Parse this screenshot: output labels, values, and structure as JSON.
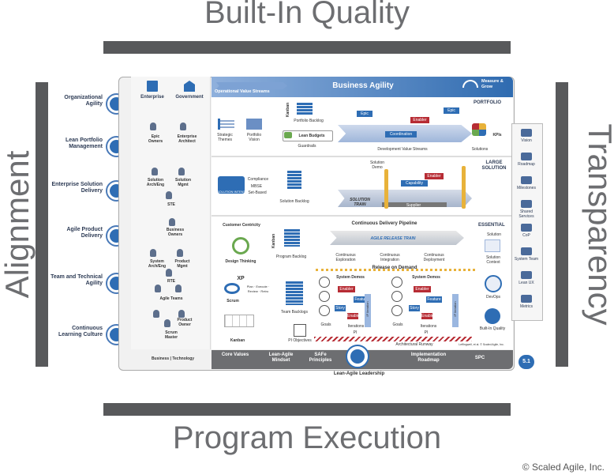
{
  "title_top": "Built-In Quality",
  "title_bottom": "Program Execution",
  "title_left": "Alignment",
  "title_right": "Transparency",
  "copyright": "© Scaled Agile, Inc.",
  "left_competencies": [
    {
      "label": "Organizational Agility",
      "icon": "organization-icon"
    },
    {
      "label": "Lean Portfolio Management",
      "icon": "portfolio-icon"
    },
    {
      "label": "Enterprise Solution Delivery",
      "icon": "enterprise-solution-icon"
    },
    {
      "label": "Agile Product Delivery",
      "icon": "product-delivery-icon"
    },
    {
      "label": "Team and Technical Agility",
      "icon": "team-agility-icon"
    },
    {
      "label": "Continuous Learning Culture",
      "icon": "learning-culture-icon"
    }
  ],
  "right_spanning": [
    {
      "label": "Vision",
      "icon": "binoculars-icon"
    },
    {
      "label": "Roadmap",
      "icon": "roadmap-icon"
    },
    {
      "label": "Milestones",
      "icon": "milestone-icon"
    },
    {
      "label": "Shared Services",
      "icon": "shared-services-icon"
    },
    {
      "label": "CoP",
      "icon": "cop-icon"
    },
    {
      "label": "System Team",
      "icon": "system-team-icon"
    },
    {
      "label": "Lean UX",
      "icon": "lean-ux-icon"
    },
    {
      "label": "Metrics",
      "icon": "metrics-icon"
    }
  ],
  "header": {
    "enterprise": "Enterprise",
    "government": "Government",
    "ovs": "Operational Value Streams",
    "business_agility": "Business Agility",
    "measure_grow": "Measure & Grow"
  },
  "roles": {
    "epic_owners": "Epic Owners",
    "enterprise_architect": "Enterprise Architect",
    "solution_arch": "Solution Arch/Eng",
    "solution_mgmt": "Solution Mgmt",
    "ste": "STE",
    "business_owners": "Business Owners",
    "system_arch": "System Arch/Eng",
    "product_mgmt": "Product Mgmt",
    "rte": "RTE",
    "agile_teams": "Agile Teams",
    "product_owner": "Product Owner",
    "scrum_master": "Scrum Master",
    "business_technology": "Business | Technology"
  },
  "portfolio": {
    "label": "PORTFOLIO",
    "strategic_themes": "Strategic Themes",
    "portfolio_vision": "Portfolio Vision",
    "kanban": "Kanban",
    "portfolio_backlog": "Portfolio Backlog",
    "lean_budgets": "Lean Budgets",
    "guardrails": "Guardrails",
    "epic1": "Epic",
    "epic2": "Epic",
    "enabler": "Enabler",
    "coordination": "Coordination",
    "dvs": "Development Value Streams",
    "solutions": "Solutions",
    "kpis": "KPIs"
  },
  "large_solution": {
    "label": "LARGE SOLUTION",
    "solution_intent": "SOLUTION INTENT",
    "compliance": "Compliance",
    "mbse": "MBSE",
    "set_based": "Set-Based",
    "solution_backlog": "Solution Backlog",
    "solution_demo": "Solution Demo",
    "capability": "Capability",
    "enabler": "Enabler",
    "supplier": "Supplier",
    "solution_train": "SOLUTION TRAIN"
  },
  "essential": {
    "label": "ESSENTIAL",
    "customer_centricity": "Customer Centricity",
    "design_thinking": "Design Thinking",
    "kanban": "Kanban",
    "program_backlog": "Program Backlog",
    "cdp": "Continuous Delivery Pipeline",
    "art": "AGILE RELEASE TRAIN",
    "ce": "Continuous Exploration",
    "ci": "Continuous Integration",
    "cd": "Continuous Deployment",
    "solution": "Solution",
    "solution_context": "Solution Context",
    "release_on_demand": "Release on Demand",
    "scrum": "Scrum",
    "xp": "XP",
    "xp_items": "Plan · Execute · Review · Retro",
    "team_backlogs": "Team Backlogs",
    "system_demos_1": "System Demos",
    "system_demos_2": "System Demos",
    "goals_1": "Goals",
    "goals_2": "Goals",
    "iterations_1": "Iterations",
    "iterations_2": "Iterations",
    "pi_1": "PI",
    "pi_2": "PI",
    "ip_iteration_1": "IP Iteration",
    "ip_iteration_2": "IP Iteration",
    "pi_objectives": "PI Objectives",
    "arch_runway": "Architectural Runway",
    "devops": "DevOps",
    "built_in_quality": "Built-In Quality",
    "enabler": "Enabler",
    "feature": "Feature",
    "story": "Story",
    "credit": "Leffingwell, et al. © Scaled Agile, Inc."
  },
  "footer": {
    "core_values": "Core Values",
    "lean_agile_mindset": "Lean-Agile Mindset",
    "safe_principles": "SAFe Principles",
    "implementation_roadmap": "Implementation Roadmap",
    "spc": "SPC",
    "version": "5.1",
    "leadership": "Lean-Agile Leadership"
  },
  "colors": {
    "frame_gray": "#58595b",
    "word_gray": "#6d6e71",
    "blue": "#2e6db4",
    "navy": "#2d3b55",
    "red": "#b72c34",
    "yellow": "#e8b23a"
  }
}
